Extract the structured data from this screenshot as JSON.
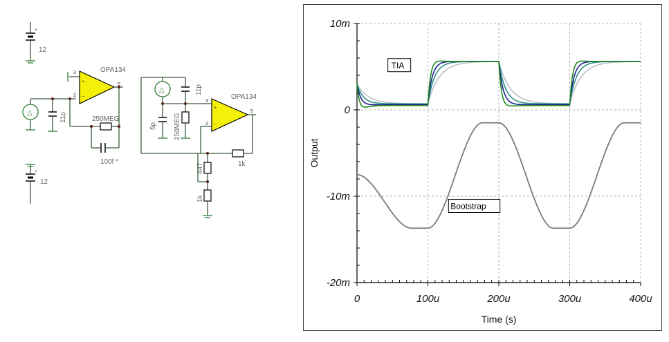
{
  "schematic": {
    "battery_top_label": "12",
    "battery_bottom_label": "12",
    "opamp1_label": "OPA134",
    "opamp2_label": "OPA134",
    "tia_cap_label": "11p",
    "tia_res_label": "250MEG",
    "tia_fb_cap_label": "100f *",
    "boot_fb_cap_label": "11p",
    "boot_cap_label": "5p",
    "boot_res_label": "250MEG",
    "boot_r1_label": "1k",
    "boot_r2_label": "447",
    "boot_r3_label": "1k",
    "plus": "+",
    "minus": "−",
    "pin2": "2",
    "pin3": "3",
    "pin5": "5",
    "delta": "△"
  },
  "chart_data": {
    "type": "line",
    "xlabel": "Time (s)",
    "ylabel": "Output",
    "x_ticks": [
      "0",
      "100u",
      "200u",
      "300u",
      "400u"
    ],
    "y_ticks": [
      "10m",
      "0",
      "-10m",
      "-20m"
    ],
    "xlim": [
      0,
      0.0004
    ],
    "ylim": [
      -0.02,
      0.01
    ],
    "grid": true,
    "annotations": [
      "TIA",
      "Bootstrap"
    ],
    "colors": {
      "green": "#1e8a1e",
      "navy": "#1a1f8c",
      "teal": "#2e8b8b",
      "lightgray": "#b9c2c6",
      "gray": "#7a7a7a"
    },
    "tia_series": [
      {
        "color": "green",
        "high": 0.0056,
        "low": 0.0005,
        "overshoot": 0.0007,
        "tau_us": 5
      },
      {
        "color": "navy",
        "high": 0.0056,
        "low": 0.0006,
        "overshoot": 0.0003,
        "tau_us": 7
      },
      {
        "color": "teal",
        "high": 0.0056,
        "low": 0.0007,
        "overshoot": 0.0001,
        "tau_us": 10
      },
      {
        "color": "lightgray",
        "high": 0.0056,
        "low": 0.0007,
        "overshoot": 0,
        "tau_us": 16
      }
    ],
    "bootstrap_series": {
      "color": "gray",
      "high": -0.0015,
      "low": -0.0137,
      "start": -0.0075,
      "tau_us": 24
    }
  }
}
